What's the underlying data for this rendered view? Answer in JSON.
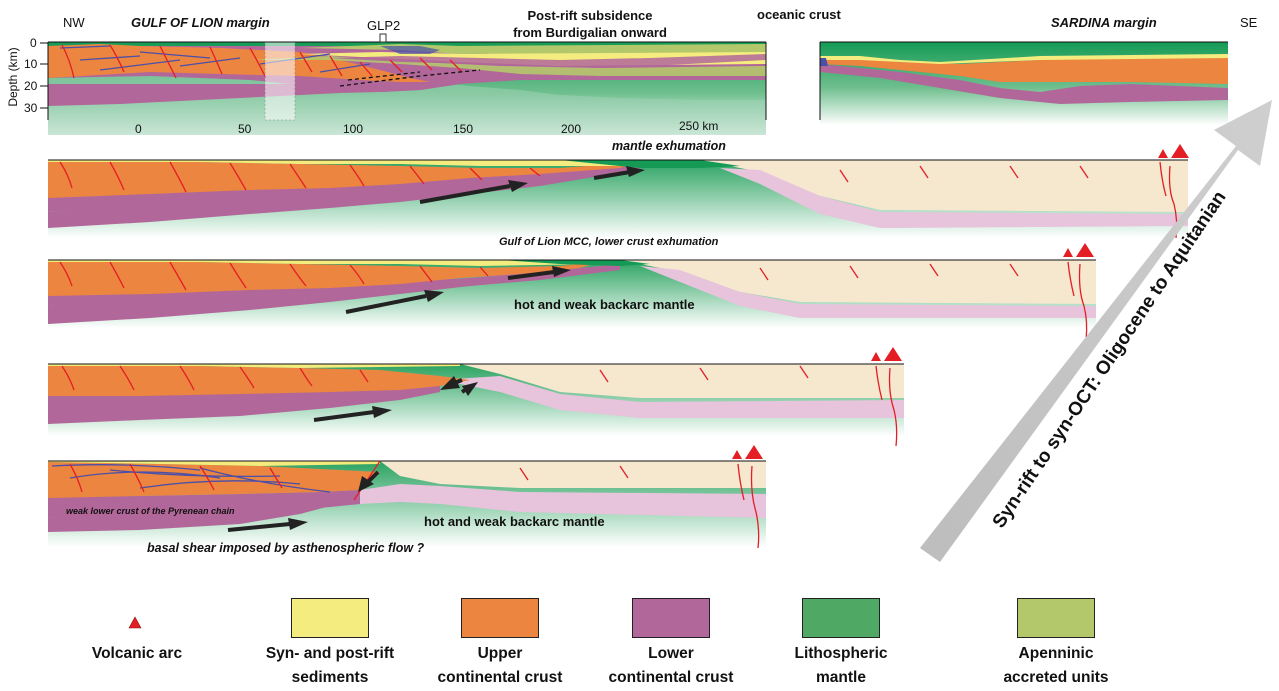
{
  "colors": {
    "sediments": "#f4ec7e",
    "upper_crust": "#ec8540",
    "lower_crust": "#b2679a",
    "lithospheric_mantle": "#4fa864",
    "apennine": "#b3c86b",
    "oceanic_light": "#f6e7cf",
    "lower_pink": "#e7c3dc",
    "fault": "#e41e25",
    "arrow": "#222222",
    "time_arrow": "#c4c4c4"
  },
  "top_section": {
    "nw_label": "NW",
    "se_label": "SE",
    "gulf_title": "GULF OF LION margin",
    "glp_label": "GLP2",
    "postrift_line1": "Post-rift subsidence",
    "postrift_line2": "from Burdigalian onward",
    "oceanic_label": "oceanic crust",
    "sardina_title": "SARDINA margin",
    "depth_axis_label": "Depth (km)",
    "depth_ticks": [
      "0",
      "10",
      "20",
      "30"
    ],
    "distance_ticks": [
      "0",
      "50",
      "100",
      "150",
      "200"
    ],
    "distance_end_label": "250 km"
  },
  "stage_labels": {
    "mantle_exhumation": "mantle exhumation",
    "mcc": "Gulf of Lion MCC, lower crust exhumation",
    "backarc_1": "hot and weak backarc mantle",
    "backarc_2": "hot and weak backarc mantle",
    "weak_lower_crust": "weak lower crust of the Pyrenean chain",
    "basal_shear": "basal shear imposed by asthenospheric flow ?"
  },
  "time_arrow_label": "Syn-rift to syn-OCT: Oligocene to Aquitanian",
  "legend": [
    {
      "line1": "Volcanic arc",
      "line2": "",
      "icon": "triangle-icon",
      "color": "#e41e25"
    },
    {
      "line1": "Syn- and post-rift",
      "line2": "sediments",
      "icon": "swatch",
      "color": "#f4ec7e"
    },
    {
      "line1": "Upper",
      "line2": "continental crust",
      "icon": "swatch",
      "color": "#ec8540"
    },
    {
      "line1": "Lower",
      "line2": "continental crust",
      "icon": "swatch",
      "color": "#b2679a"
    },
    {
      "line1": "Lithospheric",
      "line2": "mantle",
      "icon": "swatch",
      "color": "#4fa864"
    },
    {
      "line1": "Apenninic",
      "line2": "accreted units",
      "icon": "swatch",
      "color": "#b3c86b"
    }
  ]
}
